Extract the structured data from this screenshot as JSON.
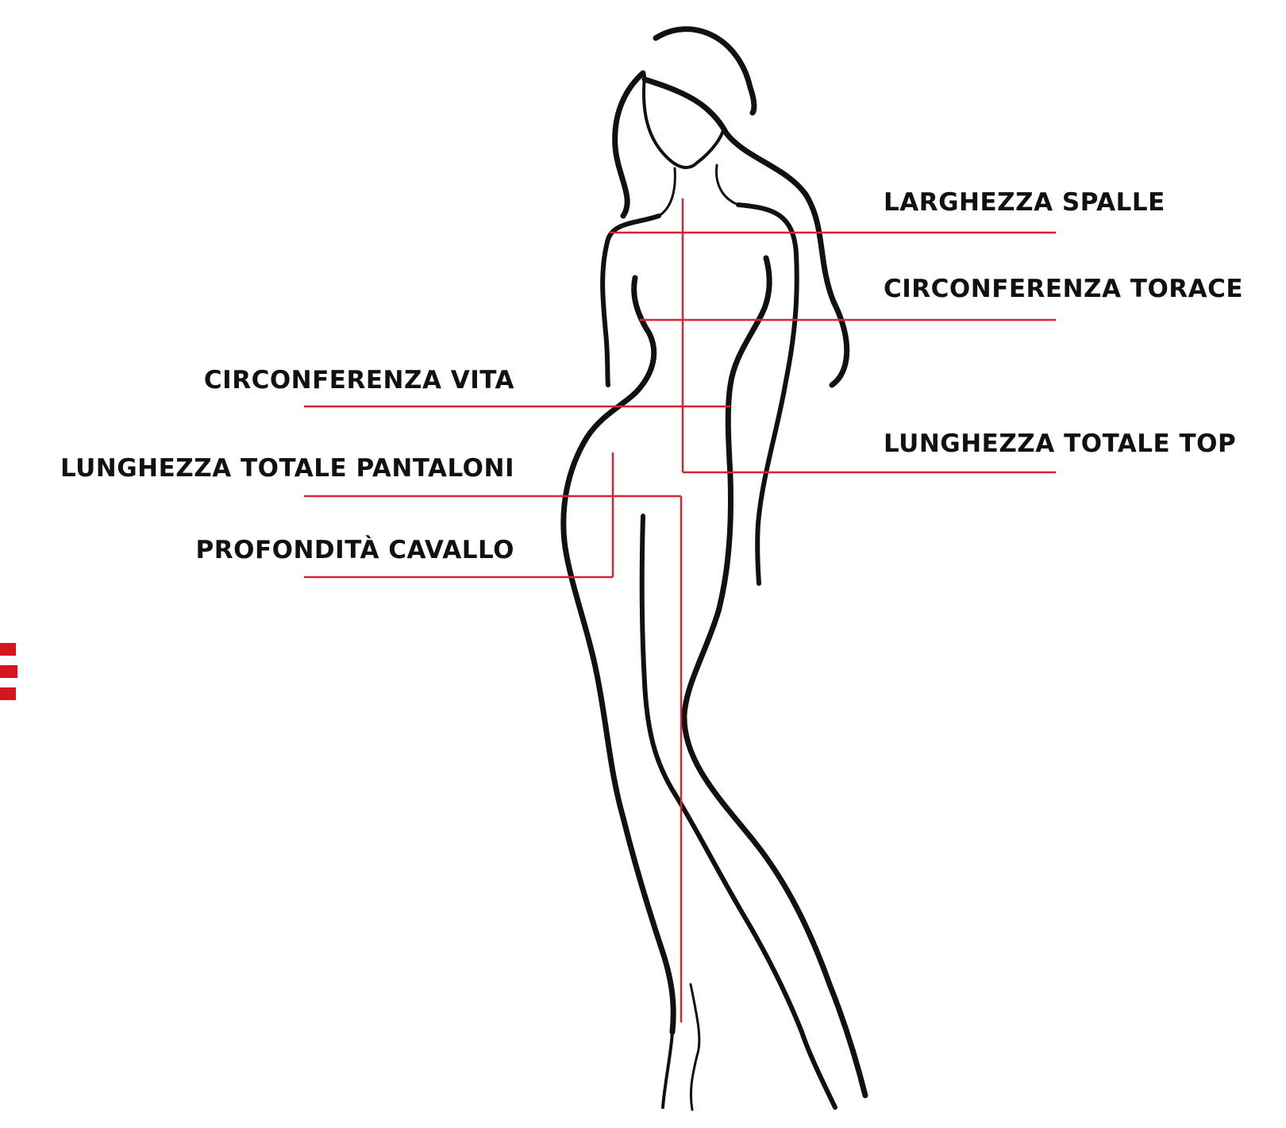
{
  "labels": {
    "shoulder_width": "LARGHEZZA SPALLE",
    "chest_circumference": "CIRCONFERENZA TORACE",
    "waist_circumference": "CIRCONFERENZA VITA",
    "top_total_length": "LUNGHEZZA TOTALE TOP",
    "pants_total_length": "LUNGHEZZA TOTALE PANTALONI",
    "crotch_depth": "PROFONDITÀ CAVALLO"
  },
  "colors": {
    "guide_line": "#e0212b",
    "text": "#111111",
    "silhouette": "#111111",
    "accent": "#d4141f",
    "background": "#ffffff"
  },
  "icons": {
    "figure": "female-body-silhouette"
  }
}
